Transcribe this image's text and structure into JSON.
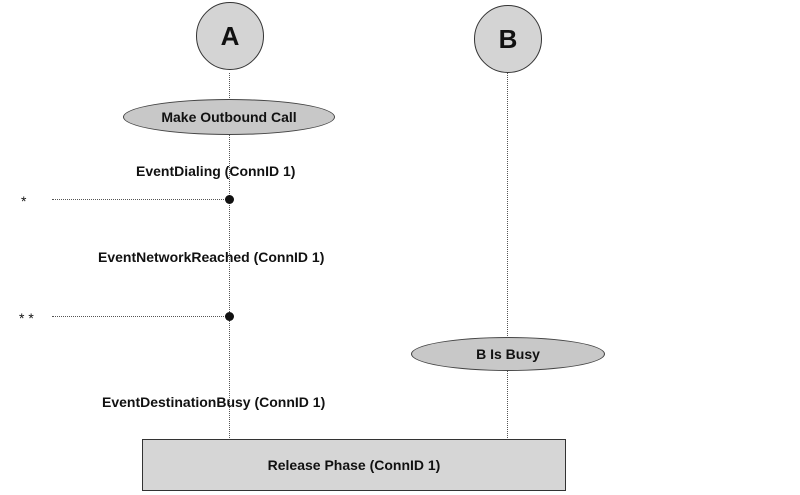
{
  "parties": {
    "a": "A",
    "b": "B"
  },
  "actions": {
    "make_call": "Make Outbound Call",
    "b_busy": "B Is Busy"
  },
  "events": {
    "dialing": "EventDialing (ConnID 1)",
    "network_reached": "EventNetworkReached (ConnID 1)",
    "destination_busy": "EventDestinationBusy (ConnID 1)"
  },
  "notes": {
    "first": "*",
    "second": "* *"
  },
  "phase": {
    "release": "Release Phase (ConnID 1)"
  }
}
